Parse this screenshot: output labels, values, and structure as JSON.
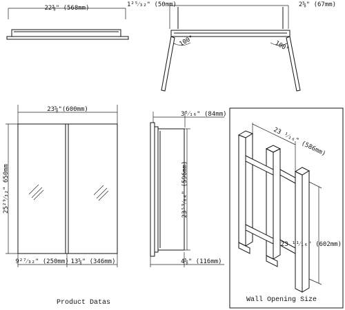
{
  "dims": {
    "top_width": "22⅜\" (568mm)",
    "side_depth_a": "1²⁵⁄₃₂\" (50mm)",
    "side_depth_b": "2⅝\" (67mm)",
    "hinge_angle_left": "100°",
    "hinge_angle_right": "100°",
    "front_width": "23⅝\"(600mm)",
    "front_height": "25²⁹⁄₃₂\" 650mm",
    "door_left_width": "9²⁷⁄₃₂\" (250mm)",
    "door_right_width": "13⅝\" (346mm)",
    "profile_top_depth": "3⁵⁄₁₆\" (84mm)",
    "profile_height": "23⁵⁹⁄₆₄\" (596mm)",
    "profile_bottom_depth": "4⅝\" (116mm)",
    "opening_width": "23 ¹⁄₁₆\" (586mm)",
    "opening_height": "23 ¹¹⁄₁₆\" (602mm)"
  },
  "captions": {
    "product": "Product Datas",
    "wall": "Wall Opening Size"
  }
}
